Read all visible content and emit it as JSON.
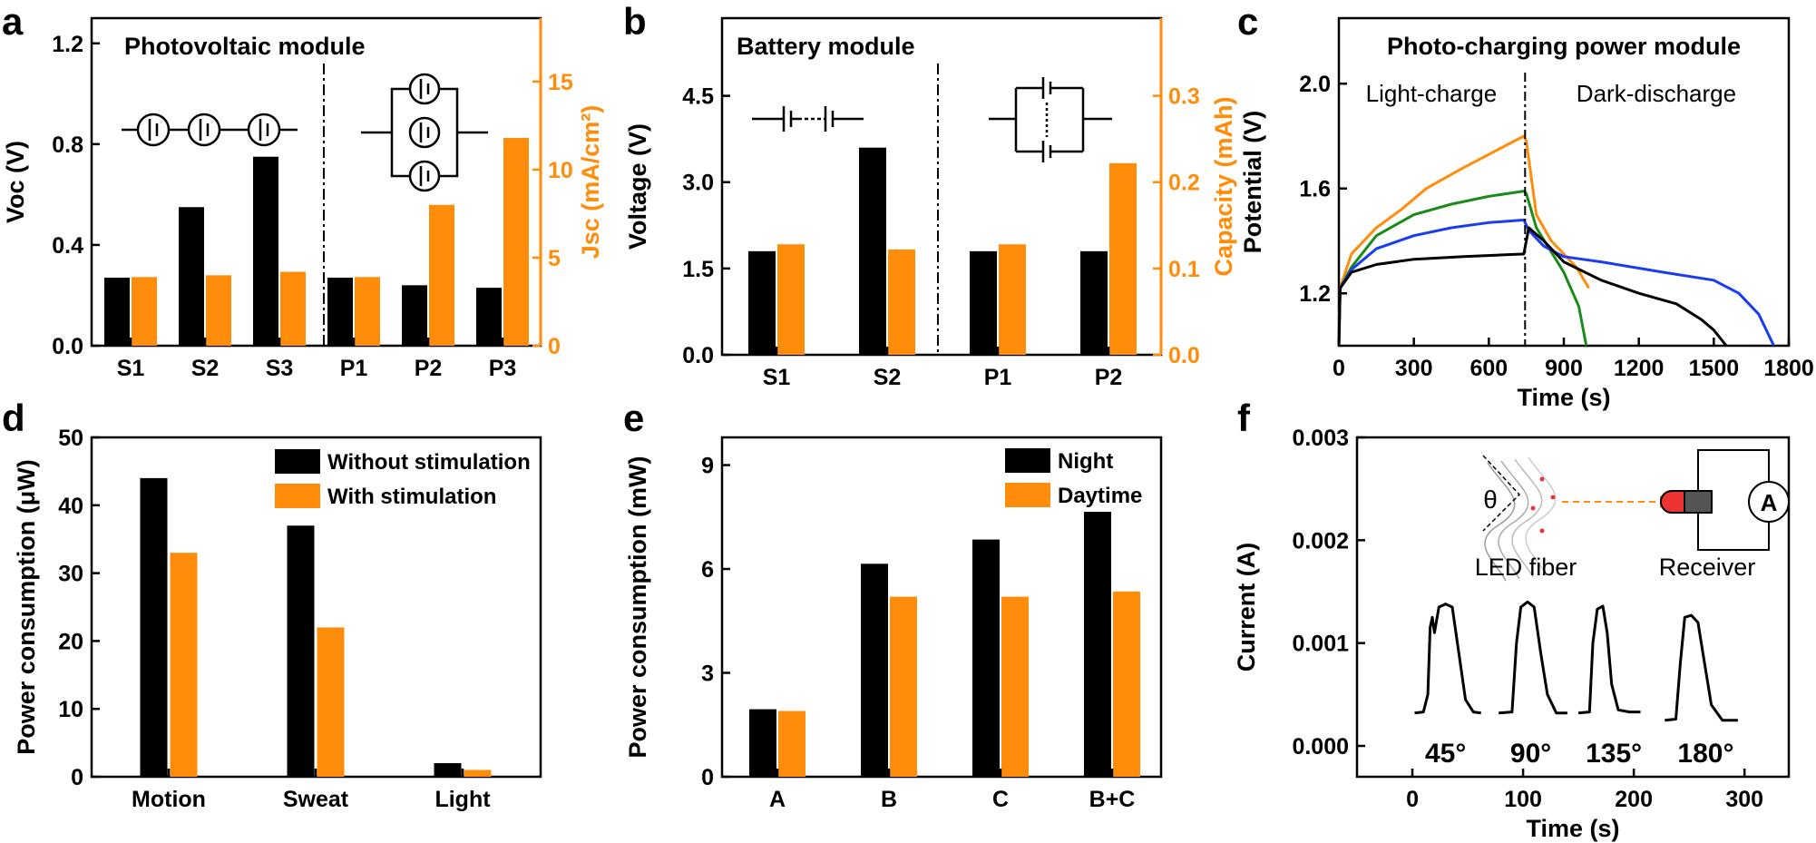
{
  "colors": {
    "black": "#000000",
    "orange": "#ff8c0a"
  },
  "chart_data": [
    {
      "panel": "a",
      "type": "bar",
      "title": "Photovoltaic module",
      "categories": [
        "S1",
        "S2",
        "S3",
        "P1",
        "P2",
        "P3"
      ],
      "series": [
        {
          "values": [
            0.27,
            0.55,
            0.75,
            0.27,
            0.24,
            0.23
          ],
          "axis": "left"
        },
        {
          "values": [
            3.9,
            4.0,
            4.2,
            3.9,
            8.0,
            11.8
          ],
          "axis": "right"
        }
      ],
      "ylabel": "Voc (V)",
      "ylim": [
        0,
        1.3
      ],
      "yticks": [
        "0.0",
        "0.4",
        "0.8",
        "1.2"
      ],
      "y2label": "Jsc (mA/cm²)",
      "y2lim": [
        0,
        18.6
      ],
      "y2ticks": [
        "0",
        "5",
        "10",
        "15"
      ]
    },
    {
      "panel": "b",
      "type": "bar",
      "title": "Battery module",
      "categories": [
        "S1",
        "S2",
        "P1",
        "P2"
      ],
      "series": [
        {
          "values": [
            1.8,
            3.6,
            1.8,
            1.8
          ],
          "axis": "left"
        },
        {
          "values": [
            0.128,
            0.122,
            0.128,
            0.222
          ],
          "axis": "right"
        }
      ],
      "ylabel": "Voltage (V)",
      "ylim": [
        0,
        5.85
      ],
      "yticks": [
        "0.0",
        "1.5",
        "3.0",
        "4.5"
      ],
      "y2label": "Capacity (mAh)",
      "y2lim": [
        0,
        0.39
      ],
      "y2ticks": [
        "0.0",
        "0.1",
        "0.2",
        "0.3"
      ]
    },
    {
      "panel": "c",
      "type": "line",
      "title": "Photo-charging power module",
      "annotations": [
        "Light-charge",
        "Dark-discharge"
      ],
      "xlabel": "Time (s)",
      "xlim": [
        0,
        1800
      ],
      "xticks": [
        "0",
        "300",
        "600",
        "900",
        "1200",
        "1500",
        "1800"
      ],
      "ylabel": "Potential (V)",
      "ylim": [
        1.0,
        2.25
      ],
      "yticks": [
        "1.2",
        "1.6",
        "2.0"
      ],
      "series": [
        {
          "color": "#ff8c0a",
          "points": [
            [
              0,
              1.0
            ],
            [
              5,
              1.22
            ],
            [
              50,
              1.35
            ],
            [
              150,
              1.45
            ],
            [
              250,
              1.52
            ],
            [
              350,
              1.6
            ],
            [
              500,
              1.68
            ],
            [
              600,
              1.73
            ],
            [
              740,
              1.8
            ],
            [
              750,
              1.78
            ],
            [
              790,
              1.5
            ],
            [
              850,
              1.4
            ],
            [
              950,
              1.3
            ],
            [
              1000,
              1.22
            ]
          ]
        },
        {
          "color": "#1a8a1a",
          "points": [
            [
              0,
              1.0
            ],
            [
              5,
              1.22
            ],
            [
              50,
              1.3
            ],
            [
              150,
              1.42
            ],
            [
              300,
              1.5
            ],
            [
              450,
              1.54
            ],
            [
              600,
              1.57
            ],
            [
              740,
              1.59
            ],
            [
              750,
              1.58
            ],
            [
              790,
              1.45
            ],
            [
              900,
              1.28
            ],
            [
              960,
              1.15
            ],
            [
              990,
              1.0
            ]
          ]
        },
        {
          "color": "#1a3cf0",
          "points": [
            [
              0,
              1.0
            ],
            [
              5,
              1.22
            ],
            [
              50,
              1.29
            ],
            [
              150,
              1.37
            ],
            [
              300,
              1.42
            ],
            [
              450,
              1.45
            ],
            [
              600,
              1.47
            ],
            [
              740,
              1.48
            ],
            [
              760,
              1.44
            ],
            [
              820,
              1.38
            ],
            [
              900,
              1.34
            ],
            [
              1050,
              1.32
            ],
            [
              1300,
              1.28
            ],
            [
              1500,
              1.25
            ],
            [
              1600,
              1.2
            ],
            [
              1680,
              1.12
            ],
            [
              1740,
              1.0
            ]
          ]
        },
        {
          "color": "#000000",
          "points": [
            [
              0,
              1.0
            ],
            [
              5,
              1.22
            ],
            [
              50,
              1.28
            ],
            [
              150,
              1.31
            ],
            [
              300,
              1.33
            ],
            [
              500,
              1.34
            ],
            [
              740,
              1.35
            ],
            [
              760,
              1.45
            ],
            [
              820,
              1.4
            ],
            [
              900,
              1.32
            ],
            [
              1050,
              1.25
            ],
            [
              1200,
              1.2
            ],
            [
              1350,
              1.16
            ],
            [
              1450,
              1.1
            ],
            [
              1500,
              1.06
            ],
            [
              1550,
              1.0
            ]
          ]
        }
      ]
    },
    {
      "panel": "d",
      "type": "bar",
      "categories": [
        "Motion",
        "Sweat",
        "Light"
      ],
      "series": [
        {
          "name": "Without stimulation",
          "values": [
            44,
            37,
            2
          ]
        },
        {
          "name": "With stimulation",
          "values": [
            33,
            22,
            1
          ]
        }
      ],
      "ylabel": "Power consumption (μW)",
      "ylim": [
        0,
        50
      ],
      "yticks": [
        "0",
        "10",
        "20",
        "30",
        "40",
        "50"
      ],
      "legend": "top-right"
    },
    {
      "panel": "e",
      "type": "bar",
      "categories": [
        "A",
        "B",
        "C",
        "B+C"
      ],
      "series": [
        {
          "name": "Night",
          "values": [
            1.95,
            6.15,
            6.85,
            7.65
          ]
        },
        {
          "name": "Daytime",
          "values": [
            1.9,
            5.2,
            5.2,
            5.35
          ]
        }
      ],
      "ylabel": "Power consumption (mW)",
      "ylim": [
        0,
        9.8
      ],
      "yticks": [
        "0",
        "3",
        "6",
        "9"
      ],
      "legend": "top-right"
    },
    {
      "panel": "f",
      "type": "line",
      "xlabel": "Time (s)",
      "xlim": [
        -50,
        340
      ],
      "xticks": [
        "0",
        "100",
        "200",
        "300"
      ],
      "ylabel": "Current (A)",
      "ylim": [
        -0.0003,
        0.003
      ],
      "yticks": [
        "0.000",
        "0.001",
        "0.002",
        "0.003"
      ],
      "inset_labels": [
        "LED fiber",
        "Receiver",
        "θ",
        "A"
      ],
      "peak_labels": [
        "45°",
        "90°",
        "135°",
        "180°"
      ],
      "series": [
        {
          "points": [
            [
              2,
              0.00032
            ],
            [
              10,
              0.00033
            ],
            [
              14,
              0.0005
            ],
            [
              16,
              0.00115
            ],
            [
              18,
              0.00125
            ],
            [
              20,
              0.0011
            ],
            [
              24,
              0.00135
            ],
            [
              30,
              0.00138
            ],
            [
              36,
              0.00135
            ],
            [
              42,
              0.0009
            ],
            [
              48,
              0.00045
            ],
            [
              55,
              0.00033
            ],
            [
              62,
              0.00032
            ]
          ]
        },
        {
          "points": [
            [
              78,
              0.00032
            ],
            [
              90,
              0.00033
            ],
            [
              94,
              0.001
            ],
            [
              98,
              0.00135
            ],
            [
              104,
              0.0014
            ],
            [
              110,
              0.00135
            ],
            [
              116,
              0.0009
            ],
            [
              122,
              0.0005
            ],
            [
              130,
              0.00032
            ],
            [
              140,
              0.00032
            ]
          ]
        },
        {
          "points": [
            [
              150,
              0.00032
            ],
            [
              160,
              0.00033
            ],
            [
              163,
              0.001
            ],
            [
              167,
              0.00133
            ],
            [
              172,
              0.00136
            ],
            [
              176,
              0.0011
            ],
            [
              180,
              0.0006
            ],
            [
              186,
              0.00035
            ],
            [
              196,
              0.00033
            ],
            [
              206,
              0.00033
            ]
          ]
        },
        {
          "points": [
            [
              228,
              0.00025
            ],
            [
              238,
              0.00026
            ],
            [
              242,
              0.0008
            ],
            [
              246,
              0.00125
            ],
            [
              252,
              0.00127
            ],
            [
              258,
              0.0012
            ],
            [
              264,
              0.0008
            ],
            [
              270,
              0.0004
            ],
            [
              280,
              0.00025
            ],
            [
              294,
              0.00025
            ]
          ]
        }
      ]
    }
  ],
  "panel_letters": [
    "a",
    "b",
    "c",
    "d",
    "e",
    "f"
  ]
}
